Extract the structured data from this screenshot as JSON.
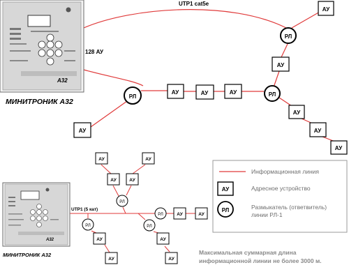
{
  "top": {
    "cable_label": "UTP1   cat5e",
    "count_label": "128 АУ",
    "device_caption": "МИНИТРОНИК А32",
    "device_model": "А32"
  },
  "bottom": {
    "cable_label": "UTP1 (5 кат)",
    "device_caption": "МИНИТРОНИК А32",
    "device_model": "А32"
  },
  "nodes": {
    "au_label": "АУ",
    "rl_label": "РЛ"
  },
  "legend": {
    "line_label": "Информационная линия",
    "au_symbol": "АУ",
    "au_label": "Адресное устройство",
    "rl_symbol": "РЛ",
    "rl_label_line1": "Размыкатель (ответвитель)",
    "rl_label_line2": "линии РЛ-1"
  },
  "note": {
    "line1": "Максимальная суммарная длина",
    "line2": "информационной линии не более 3000 м."
  },
  "colors": {
    "line": "#e03a3a",
    "device_body": "#d7d7d7",
    "device_frame": "#6a6a6a"
  }
}
